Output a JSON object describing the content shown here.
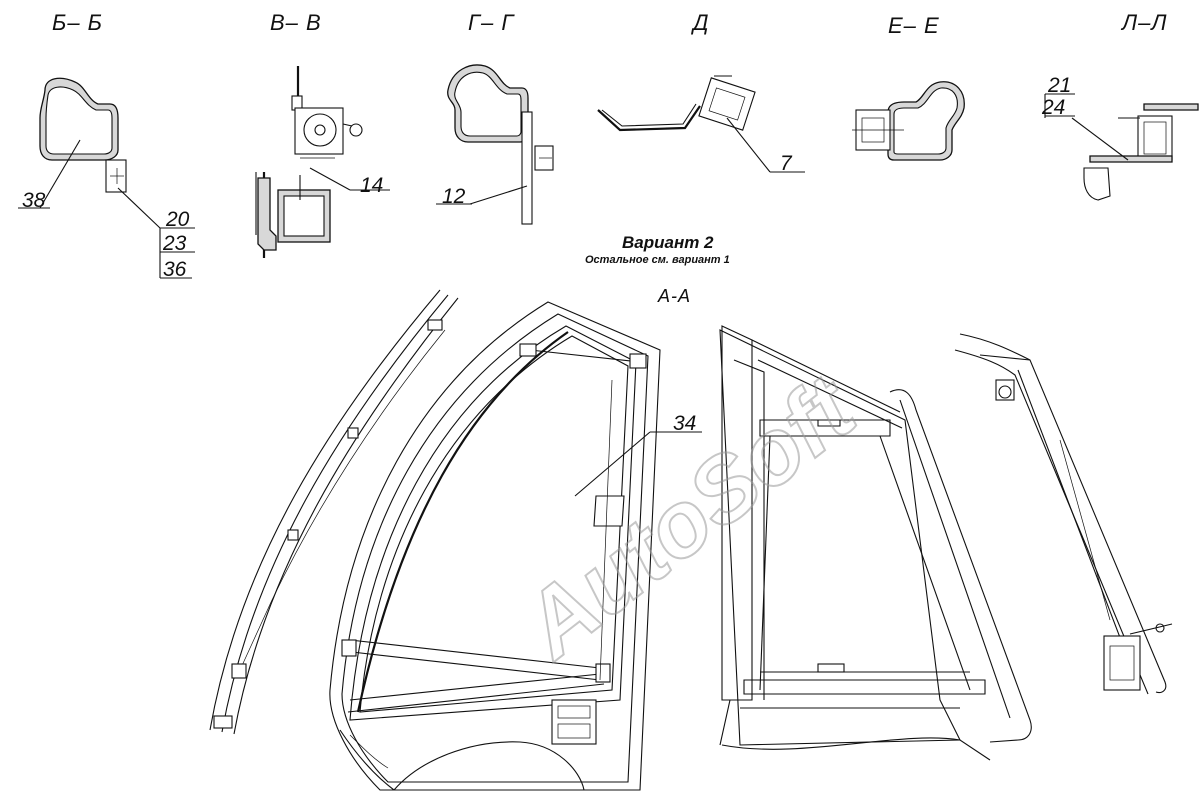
{
  "sections": {
    "bb": "Б– Б",
    "vv": "В– В",
    "gg": "Г– Г",
    "d": "Д",
    "ee": "Е– Е",
    "ll": "Л–Л"
  },
  "variant": {
    "title": "Вариант 2",
    "subtitle": "Остальное см. вариант 1",
    "view_aa": "А-А"
  },
  "callouts": {
    "c38": "38",
    "c20": "20",
    "c23": "23",
    "c36": "36",
    "c14": "14",
    "c12": "12",
    "c7": "7",
    "c21": "21",
    "c24": "24",
    "c34": "34"
  },
  "watermark": "AutoSoft"
}
